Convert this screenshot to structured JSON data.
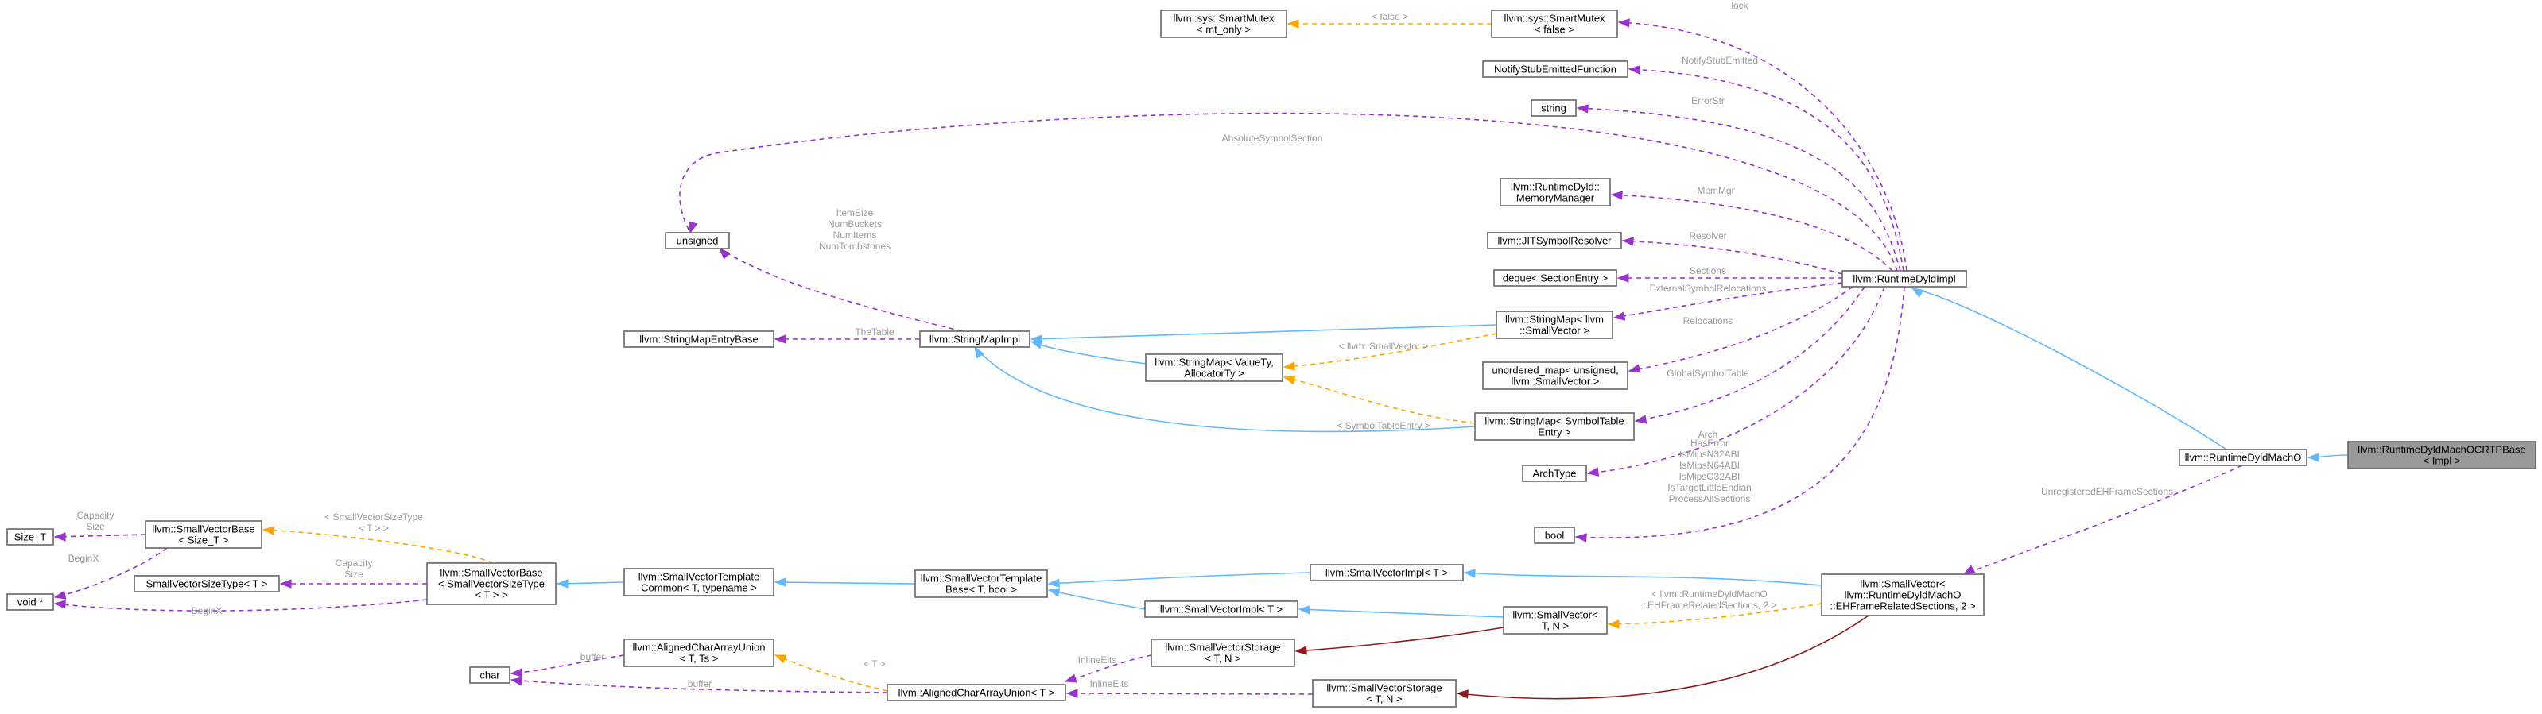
{
  "nodes": {
    "tmpl": [
      "llvm::RuntimeDyldMachOCRTPBase",
      "< Impl >"
    ],
    "machO": [
      "llvm::RuntimeDyldMachO"
    ],
    "impl": [
      "llvm::RuntimeDyldImpl"
    ],
    "smartMutexFalse": [
      "llvm::sys::SmartMutex",
      "< false >"
    ],
    "smartMutexMt": [
      "llvm::sys::SmartMutex",
      "< mt_only >"
    ],
    "notifyStub": [
      "NotifyStubEmittedFunction"
    ],
    "string": [
      "string"
    ],
    "memMgr": [
      "llvm::RuntimeDyld::",
      "MemoryManager"
    ],
    "jitResolver": [
      "llvm::JITSymbolResolver"
    ],
    "deque": [
      "deque< SectionEntry >"
    ],
    "stringMapLlvm": [
      "llvm::StringMap< llvm",
      "::SmallVector >"
    ],
    "unorderedMap": [
      "unordered_map< unsigned,",
      "llvm::SmallVector >"
    ],
    "stringMapSym": [
      "llvm::StringMap< SymbolTable",
      "Entry >"
    ],
    "archType": [
      "ArchType"
    ],
    "bool": [
      "bool"
    ],
    "unsigned": [
      "unsigned"
    ],
    "stringMapEntryBase": [
      "llvm::StringMapEntryBase"
    ],
    "stringMapImpl": [
      "llvm::StringMapImpl"
    ],
    "stringMapValue": [
      "llvm::StringMap< ValueTy,",
      "AllocatorTy >"
    ],
    "smallVecEH": [
      "llvm::SmallVector<",
      "llvm::RuntimeDyldMachO",
      "::EHFrameRelatedSections, 2 >"
    ],
    "smallVecImplT": [
      "llvm::SmallVectorImpl< T >"
    ],
    "smallVecTemplBaseBool": [
      "llvm::SmallVectorTemplate",
      "Base< T, bool >"
    ],
    "smallVecImplT2": [
      "llvm::SmallVectorImpl< T >"
    ],
    "smallVecTN": [
      "llvm::SmallVector<",
      "T, N >"
    ],
    "smallVecStorage1": [
      "llvm::SmallVectorStorage",
      "< T, N >"
    ],
    "smallVecStorage2": [
      "llvm::SmallVectorStorage",
      "< T, N >"
    ],
    "smallVecTemplCommon": [
      "llvm::SmallVectorTemplate",
      "Common< T, typename >"
    ],
    "smallVecBaseSVST": [
      "llvm::SmallVectorBase",
      "< SmallVectorSizeType",
      "< T > >"
    ],
    "smallVecBaseSizeT": [
      "llvm::SmallVectorBase",
      "< Size_T >"
    ],
    "sizeT": [
      "Size_T"
    ],
    "voidPtr": [
      "void *"
    ],
    "smallVecSizeType": [
      "SmallVectorSizeType< T >"
    ],
    "alignedUnionTs": [
      "llvm::AlignedCharArrayUnion",
      "< T, Ts >"
    ],
    "alignedUnionT": [
      "llvm::AlignedCharArrayUnion< T >"
    ],
    "char": [
      "char"
    ]
  },
  "edges": {
    "lock": [
      "lock"
    ],
    "falseTmpl": [
      "< false >"
    ],
    "notifyStubEmitted": [
      "NotifyStubEmitted"
    ],
    "errorStr": [
      "ErrorStr"
    ],
    "absoluteSymbolSection": [
      "AbsoluteSymbolSection"
    ],
    "memMgr": [
      "MemMgr"
    ],
    "resolver": [
      "Resolver"
    ],
    "sections": [
      "Sections"
    ],
    "externalSymbolRelocations": [
      "ExternalSymbolRelocations"
    ],
    "relocations": [
      "Relocations"
    ],
    "globalSymbolTable": [
      "GlobalSymbolTable"
    ],
    "arch": [
      "Arch"
    ],
    "boolMembers": [
      "HasError",
      "IsMipsN32ABI",
      "IsMipsN64ABI",
      "IsMipsO32ABI",
      "IsTargetLittleEndian",
      "ProcessAllSections"
    ],
    "unsignedMembers": [
      "ItemSize",
      "NumBuckets",
      "NumItems",
      "NumTombstones"
    ],
    "theTable": [
      "TheTable"
    ],
    "llvmSmallVectorTmpl": [
      "< llvm::SmallVector >"
    ],
    "symbolTableEntryTmpl": [
      "< SymbolTableEntry >"
    ],
    "unregisteredEH": [
      "UnregisteredEHFrameSections"
    ],
    "ehTmpl": [
      "< llvm::RuntimeDyldMachO",
      "::EHFrameRelatedSections, 2 >"
    ],
    "capacitySizeT": [
      "Capacity",
      "Size"
    ],
    "beginXBase": [
      "BeginX"
    ],
    "beginXSVST": [
      "BeginX"
    ],
    "capacitySVST": [
      "Capacity",
      "Size"
    ],
    "svstTmpl": [
      "< SmallVectorSizeType",
      "< T > >"
    ],
    "buffer1": [
      "buffer"
    ],
    "buffer2": [
      "buffer"
    ],
    "tTmpl": [
      "< T >"
    ],
    "inlineElts1": [
      "InlineElts"
    ],
    "inlineElts2": [
      "InlineElts"
    ]
  },
  "colors": {
    "inherit": "#63b8ff",
    "inheritPrivate": "#8b1a1a",
    "usage": "#9a32cd",
    "template": "#ffa500",
    "highlightFill": "#999999",
    "edgeLabel": "#9a9a9a"
  }
}
